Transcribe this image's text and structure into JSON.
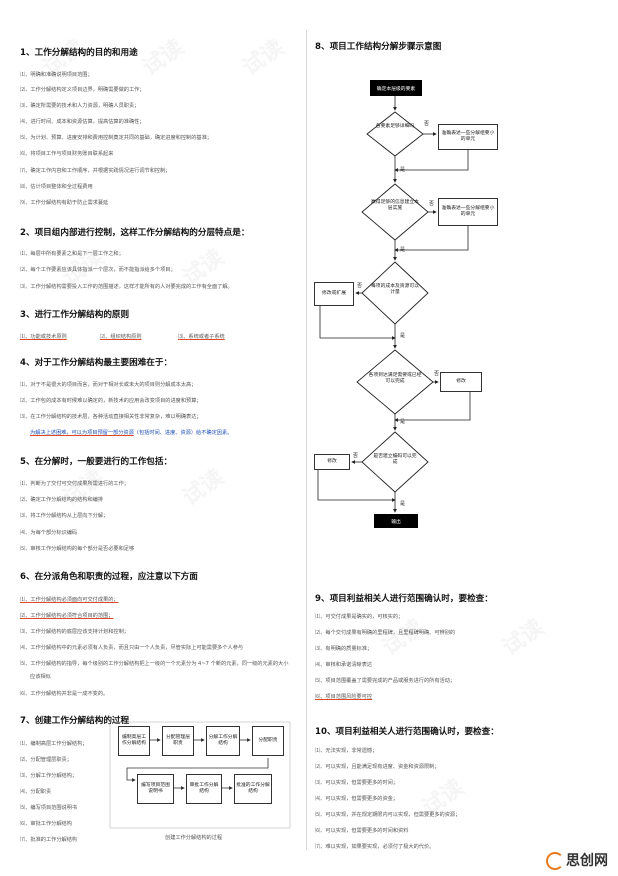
{
  "left": {
    "s1": {
      "title": "1、工作分解结构的目的和用途",
      "items": [
        "⑴、明确和准确说明项目范围；",
        "⑵、工作分解结构定义项目边界，明确需要做的工作；",
        "⑶、确定所需要的技术和人力资源，明确人员职责；",
        "⑷、进行时间、成本和资源估算，提高估算的准确性；",
        "⑸、为计划、预算、进度安排和费用控制奠定共同的基础，确定进度和控制的基准；",
        "⑹、将项目工作与项目财务账目联系起来",
        "⑺、确定工作内容和工作顺序，并根据实践情况进行调节和控制；",
        "⑻、估计项目整体和全过程费用",
        "⑼、工作分解结构有助于防止需求蔓延"
      ]
    },
    "s2": {
      "title": "2、项目组内部进行控制，这样工作分解结构的分层特点是：",
      "items": [
        "⑴、每层中所有要素之和是下一层工作之和；",
        "⑵、每个工作要素应该具体指派一个层次，而不能指派给多个项目；",
        "⑶、工作分解结构需要投入工作的范围描述，这样才能所有的人对要完成的工作有全面了解。"
      ]
    },
    "s3": {
      "title": "3、进行工作分解结构的原则",
      "items": [
        "⑴、功能或技术原则",
        "⑵、组织结构原则",
        "⑶、系统或者子系统"
      ]
    },
    "s4": {
      "title": "4、对于工作分解结构最主要困难在于：",
      "items": [
        "⑴、对于不是很大的项目而言，而对于相对长或未大的项目则分解成本太高；",
        "⑵、工作包的成本有时候难以确定的，新技术的应用会改变项目的进度和预算；",
        "⑶、在工作分解结构的技术层，各种活动直接相关性非常复杂，难以明确表达；"
      ],
      "note_a": "为解决上述困难，可以为项目预留一部分资源",
      "note_b": "（包括时间、进度、资源）",
      "note_c": "给不确定因素。"
    },
    "s5": {
      "title": "5、在分解时，一般要进行的工作包括：",
      "items": [
        "⑴、判断为了交付可交付成果所需进行的工作；",
        "⑵、确定工作分解结构的结构和编排",
        "⑶、将工作分解结构从上层向下分解；",
        "⑷、为每个部分标识编码",
        "⑸、审核工作分解结构的每个部分是否必要和足够"
      ]
    },
    "s6": {
      "title": "6、在分派角色和职责的过程，应注意以下方面",
      "items": [
        "⑴、工作分解结构必须面向可交付成果的；",
        "⑵、工作分解结构必须符合项目的范围；",
        "⑶、工作分解结构的底层应该支持计划和控制；",
        "⑷、工作分解结构中的元素必须有人负责，而且只由一个人负责，尽管实际上可能需要多个人参与",
        "⑸、工作分解结构的指导，每个级别的工作分解结构把上一级的一个元素分为 4~7 个新的元素，同一级的元素的大小",
        "应该相似",
        "⑹、工作分解结构并非是一成不变的。"
      ]
    },
    "s7": {
      "title": "7、创建工作分解结构的过程",
      "items": [
        "⑴、编制高层工作分解结构；",
        "⑵、分配管理层职责；",
        "⑶、分解工作分解结构；",
        "⑷、分配职责",
        "⑸、编写项目范围说明书",
        "⑹、审批工作分解结构",
        "⑺、批准的工作分解结构"
      ],
      "boxes": [
        "编制高层工作分解结构",
        "分配管理层职责",
        "分解工作分解结构",
        "分配职责",
        "编写项目范围说明书",
        "审批工作分解结构",
        "批准的工作分解结构"
      ],
      "caption": "创建工作分解结构的过程"
    }
  },
  "right": {
    "s8": {
      "title": "8、项目工作结构分解步骤示意图",
      "flow": {
        "start": "确定本层级的要素",
        "d1": "各要素足够详细吗",
        "r1": "准确表述一些分解组要小的单元",
        "d2": "赢得足够的信息建立本层实施",
        "r2": "准确表述一些分解组要小的单元",
        "d3": "每项的成本及资源可以计量",
        "l3": "修改或扩展",
        "d4": "各项到达满足需要或已经可以完成",
        "r4": "修改",
        "d5": "是否建立编码可以完成",
        "l5": "修改",
        "end": "输出",
        "yes": "是",
        "no": "否"
      }
    },
    "s9": {
      "title": "9、项目利益相关人进行范围确认时，要检查：",
      "items": [
        "⑴、可交付成果是确实的，可核实的；",
        "⑵、每个交付成果有明确的里程碑，且里程碑明确、可辨别的",
        "⑶、有明确的质量标准；",
        "⑷、审核和承诺清晰表达",
        "⑸、项目范围覆盖了需要完成的产品或服务进行的所有活动；",
        "⑹、项目范围风险要可控"
      ]
    },
    "s10": {
      "title": "10、项目利益相关人进行范围确认时，要检查：",
      "items": [
        "⑴、无法实现，非常遗憾；",
        "⑵、可以实现，且能满足现有进度、资金和资源限制；",
        "⑶、可以实现，但需要更多的时间；",
        "⑷、可以实现，但需要更多的资金；",
        "⑸、可以实现，并在规定期限内可以实现，但需要更多的资源；",
        "⑹、可以实现，但需要更多的时间和资料",
        "⑺、难以实现，如果要实现，必须付了极大的代价。"
      ]
    }
  },
  "watermark": "试读",
  "logo": "思创网",
  "colors": {
    "accent_underline": "#e0482a",
    "note_blue": "#1f4fb8",
    "logo_orange": "#e87a1e"
  }
}
